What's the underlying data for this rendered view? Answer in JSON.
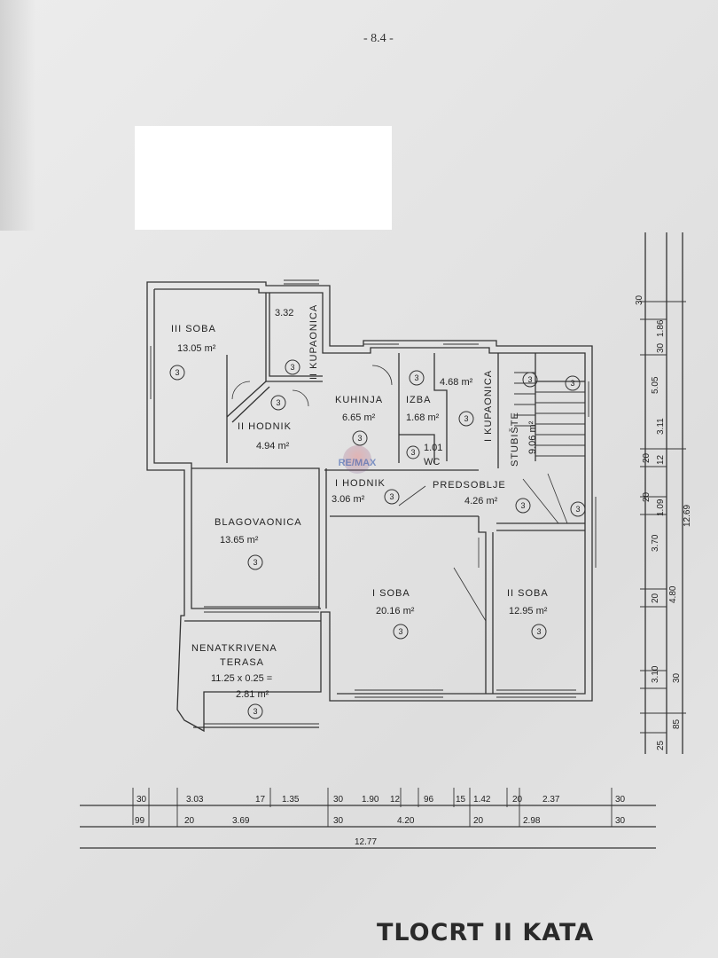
{
  "page_number": "- 8.4 -",
  "title": "TLOCRT II KATA",
  "watermark": "RE/MAX",
  "rooms": [
    {
      "name": "III  SOBA",
      "area": "13.05 m²",
      "tag": "3"
    },
    {
      "name": "KUPAONICA",
      "prefix": "II",
      "area": "3.32",
      "tag": "3"
    },
    {
      "name": "II  HODNIK",
      "area": "4.94 m²",
      "tag": "3"
    },
    {
      "name": "KUHINJA",
      "area": "6.65 m²",
      "tag": "3"
    },
    {
      "name": "IZBA",
      "area": "1.68 m²",
      "tag": "3"
    },
    {
      "name": "KUPAONICA",
      "prefix": "I",
      "area": "4.68 m²",
      "tag": "3"
    },
    {
      "name": "STUBIŠTE",
      "area": "9.06 m²",
      "tag": "3"
    },
    {
      "name": "WC",
      "area": "1.01",
      "tag": "3"
    },
    {
      "name": "I  HODNIK",
      "area": "3.06 m²",
      "tag": "3"
    },
    {
      "name": "PREDSOBLJE",
      "area": "4.26 m²",
      "tag": "3"
    },
    {
      "name": "BLAGOVAONICA",
      "area": "13.65 m²",
      "tag": "3"
    },
    {
      "name": "I  SOBA",
      "area": "20.16 m²",
      "tag": "3"
    },
    {
      "name": "II  SOBA",
      "area": "12.95 m²",
      "tag": "3"
    },
    {
      "name": "NENATKRIVENA",
      "line2": "TERASA",
      "formula": "11.25 x 0.25 =",
      "area": "2.81  m²",
      "tag": "3"
    }
  ],
  "dims_bottom_row1": [
    "30",
    "3.03",
    "17",
    "1.35",
    "30",
    "1.90",
    "12",
    "96",
    "15",
    "1.42",
    "20",
    "2.37",
    "30"
  ],
  "dims_bottom_row2": [
    "99",
    "20",
    "3.69",
    "30",
    "4.20",
    "20",
    "2.98",
    "30"
  ],
  "dims_bottom_total": "12.77",
  "dims_right_inner": [
    "30",
    "1.86",
    "30",
    "5.05",
    "3.11",
    "20",
    "12",
    "20",
    "1.09",
    "3.70",
    "20",
    "4.80",
    "3.10",
    "30",
    "85",
    "25"
  ],
  "dims_right_total": "12.69"
}
